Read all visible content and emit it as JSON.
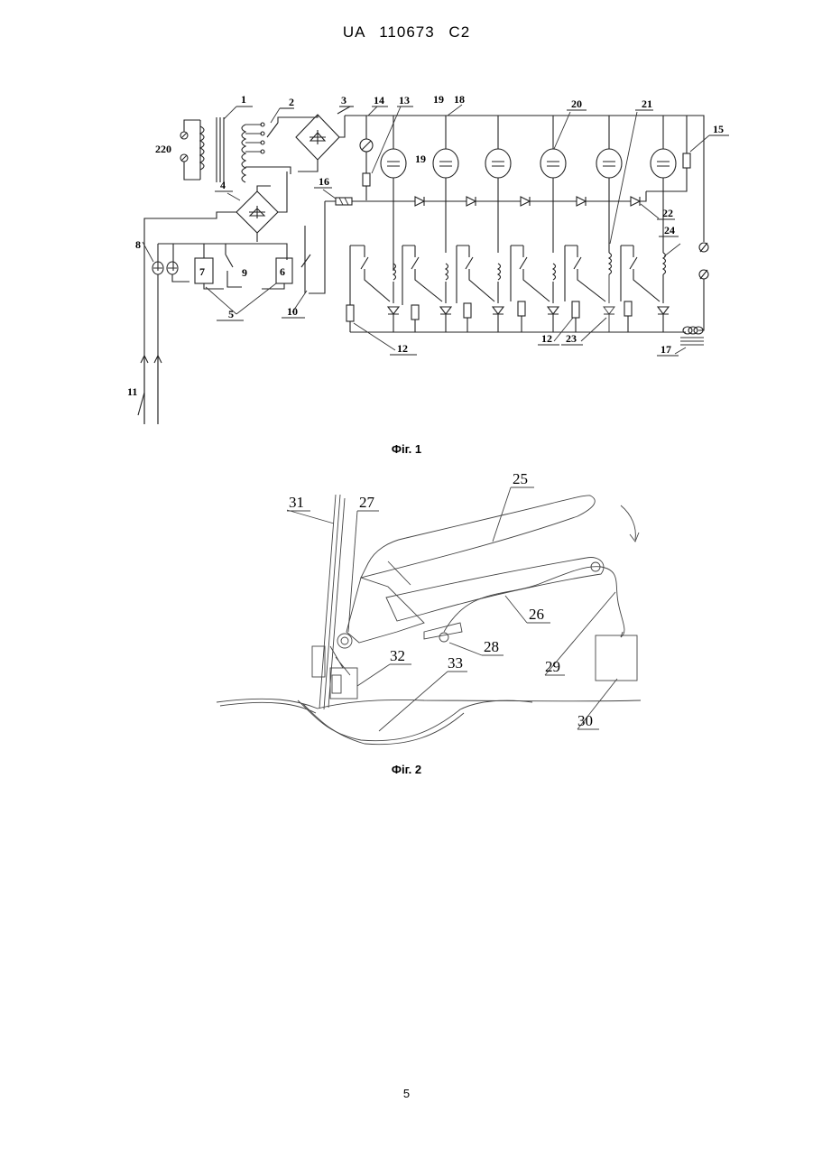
{
  "header": {
    "text": "UA   110673   C2"
  },
  "fig1": {
    "caption": "Фіг. 1",
    "voltage_label": "220",
    "labels": {
      "l1": "1",
      "l2": "2",
      "l3": "3",
      "l4": "4",
      "l5": "5",
      "l6": "6",
      "l7": "7",
      "l8": "8",
      "l9": "9",
      "l10": "10",
      "l11": "11",
      "l12a": "12",
      "l12b": "12",
      "l13": "13",
      "l14": "14",
      "l15": "15",
      "l16": "16",
      "l17": "17",
      "l18": "18",
      "l19": "19",
      "l20": "20",
      "l21": "21",
      "l22": "22",
      "l23": "23",
      "l24": "24"
    }
  },
  "fig2": {
    "caption": "Фіг. 2",
    "labels": {
      "l25": "25",
      "l26": "26",
      "l27": "27",
      "l28": "28",
      "l29": "29",
      "l30": "30",
      "l31": "31",
      "l32": "32",
      "l33": "33"
    }
  },
  "page_number": "5"
}
